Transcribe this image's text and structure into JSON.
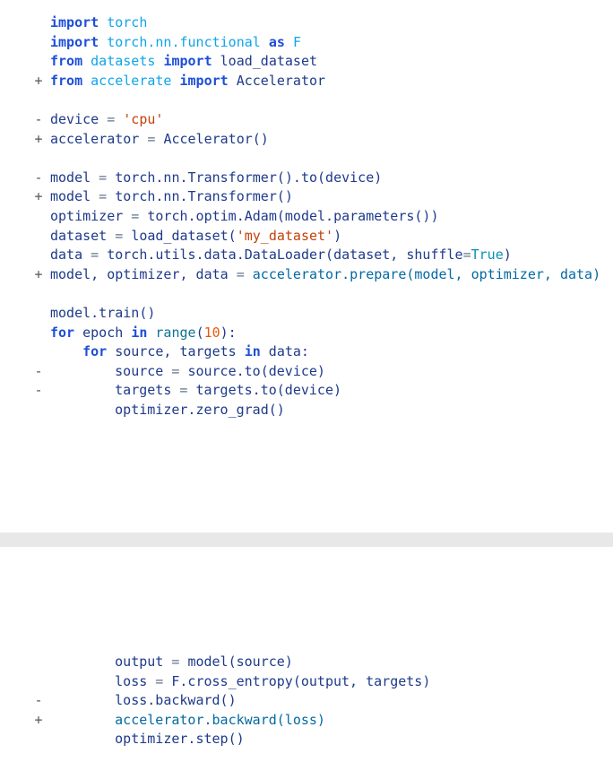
{
  "diff_top": [
    {
      "marker": " ",
      "indent": 0,
      "tokens": [
        {
          "t": "import",
          "c": "kw"
        },
        {
          "t": " ",
          "c": "punc"
        },
        {
          "t": "torch",
          "c": "mod"
        }
      ]
    },
    {
      "marker": " ",
      "indent": 0,
      "tokens": [
        {
          "t": "import",
          "c": "kw"
        },
        {
          "t": " ",
          "c": "punc"
        },
        {
          "t": "torch.nn.functional",
          "c": "mod"
        },
        {
          "t": " ",
          "c": "punc"
        },
        {
          "t": "as",
          "c": "kw"
        },
        {
          "t": " ",
          "c": "punc"
        },
        {
          "t": "F",
          "c": "mod"
        }
      ]
    },
    {
      "marker": " ",
      "indent": 0,
      "tokens": [
        {
          "t": "from",
          "c": "kw"
        },
        {
          "t": " ",
          "c": "punc"
        },
        {
          "t": "datasets",
          "c": "mod"
        },
        {
          "t": " ",
          "c": "punc"
        },
        {
          "t": "import",
          "c": "kw"
        },
        {
          "t": " load_dataset",
          "c": "name"
        }
      ]
    },
    {
      "marker": "+",
      "indent": 0,
      "tokens": [
        {
          "t": "from",
          "c": "kw"
        },
        {
          "t": " ",
          "c": "punc"
        },
        {
          "t": "accelerate",
          "c": "mod"
        },
        {
          "t": " ",
          "c": "punc"
        },
        {
          "t": "import",
          "c": "kw"
        },
        {
          "t": " Accelerator",
          "c": "name"
        }
      ]
    },
    {
      "marker": " ",
      "indent": 0,
      "tokens": []
    },
    {
      "marker": "-",
      "indent": 0,
      "tokens": [
        {
          "t": "device",
          "c": "name"
        },
        {
          "t": " = ",
          "c": "op"
        },
        {
          "t": "'cpu'",
          "c": "str"
        }
      ]
    },
    {
      "marker": "+",
      "indent": 0,
      "tokens": [
        {
          "t": "accelerator",
          "c": "name"
        },
        {
          "t": " = ",
          "c": "op"
        },
        {
          "t": "Accelerator()",
          "c": "name"
        }
      ]
    },
    {
      "marker": " ",
      "indent": 0,
      "tokens": []
    },
    {
      "marker": "-",
      "indent": 0,
      "tokens": [
        {
          "t": "model",
          "c": "name"
        },
        {
          "t": " = ",
          "c": "op"
        },
        {
          "t": "torch.nn.Transformer().to(device)",
          "c": "name"
        }
      ]
    },
    {
      "marker": "+",
      "indent": 0,
      "tokens": [
        {
          "t": "model",
          "c": "name"
        },
        {
          "t": " = ",
          "c": "op"
        },
        {
          "t": "torch.nn.Transformer()",
          "c": "name"
        }
      ]
    },
    {
      "marker": " ",
      "indent": 0,
      "tokens": [
        {
          "t": "optimizer",
          "c": "name"
        },
        {
          "t": " = ",
          "c": "op"
        },
        {
          "t": "torch.optim.Adam(model.parameters())",
          "c": "name"
        }
      ]
    },
    {
      "marker": " ",
      "indent": 0,
      "tokens": [
        {
          "t": "dataset",
          "c": "name"
        },
        {
          "t": " = ",
          "c": "op"
        },
        {
          "t": "load_dataset(",
          "c": "name"
        },
        {
          "t": "'my_dataset'",
          "c": "str"
        },
        {
          "t": ")",
          "c": "name"
        }
      ]
    },
    {
      "marker": " ",
      "indent": 0,
      "tokens": [
        {
          "t": "data",
          "c": "name"
        },
        {
          "t": " = ",
          "c": "op"
        },
        {
          "t": "torch.utils.data.DataLoader(dataset, shuffle",
          "c": "name"
        },
        {
          "t": "=",
          "c": "op"
        },
        {
          "t": "True",
          "c": "bool"
        },
        {
          "t": ")",
          "c": "name"
        }
      ]
    },
    {
      "marker": "+",
      "indent": 0,
      "tokens": [
        {
          "t": "model, optimizer, data",
          "c": "name"
        },
        {
          "t": " = ",
          "c": "op"
        },
        {
          "t": "accelerator.prepare(model, optimizer, data)",
          "c": "attr"
        }
      ]
    },
    {
      "marker": " ",
      "indent": 0,
      "tokens": []
    },
    {
      "marker": " ",
      "indent": 0,
      "tokens": [
        {
          "t": "model.train()",
          "c": "name"
        }
      ]
    },
    {
      "marker": " ",
      "indent": 0,
      "tokens": [
        {
          "t": "for",
          "c": "kw"
        },
        {
          "t": " epoch ",
          "c": "name"
        },
        {
          "t": "in",
          "c": "kw"
        },
        {
          "t": " ",
          "c": "punc"
        },
        {
          "t": "range",
          "c": "bi"
        },
        {
          "t": "(",
          "c": "name"
        },
        {
          "t": "10",
          "c": "num"
        },
        {
          "t": "):",
          "c": "name"
        }
      ]
    },
    {
      "marker": " ",
      "indent": 4,
      "tokens": [
        {
          "t": "for",
          "c": "kw"
        },
        {
          "t": " source, targets ",
          "c": "name"
        },
        {
          "t": "in",
          "c": "kw"
        },
        {
          "t": " data:",
          "c": "name"
        }
      ]
    },
    {
      "marker": "-",
      "indent": 8,
      "tokens": [
        {
          "t": "source",
          "c": "name"
        },
        {
          "t": " = ",
          "c": "op"
        },
        {
          "t": "source.to(device)",
          "c": "name"
        }
      ]
    },
    {
      "marker": "-",
      "indent": 8,
      "tokens": [
        {
          "t": "targets",
          "c": "name"
        },
        {
          "t": " = ",
          "c": "op"
        },
        {
          "t": "targets.to(device)",
          "c": "name"
        }
      ]
    },
    {
      "marker": " ",
      "indent": 8,
      "tokens": [
        {
          "t": "optimizer.zero_grad()",
          "c": "name"
        }
      ]
    }
  ],
  "diff_bottom": [
    {
      "marker": " ",
      "indent": 8,
      "tokens": [
        {
          "t": "output",
          "c": "name"
        },
        {
          "t": " = ",
          "c": "op"
        },
        {
          "t": "model(source)",
          "c": "name"
        }
      ]
    },
    {
      "marker": " ",
      "indent": 8,
      "tokens": [
        {
          "t": "loss",
          "c": "name"
        },
        {
          "t": " = ",
          "c": "op"
        },
        {
          "t": "F.cross_entropy(output, targets)",
          "c": "name"
        }
      ]
    },
    {
      "marker": "-",
      "indent": 8,
      "tokens": [
        {
          "t": "loss.backward()",
          "c": "name"
        }
      ]
    },
    {
      "marker": "+",
      "indent": 8,
      "tokens": [
        {
          "t": "accelerator.backward(loss)",
          "c": "attr"
        }
      ]
    },
    {
      "marker": " ",
      "indent": 8,
      "tokens": [
        {
          "t": "optimizer.step()",
          "c": "name"
        }
      ]
    }
  ],
  "colors": {
    "keyword": "#1d4ed8",
    "module": "#0ea5e9",
    "string": "#c2410c",
    "number": "#ea580c",
    "divider": "#e8e8e8"
  }
}
